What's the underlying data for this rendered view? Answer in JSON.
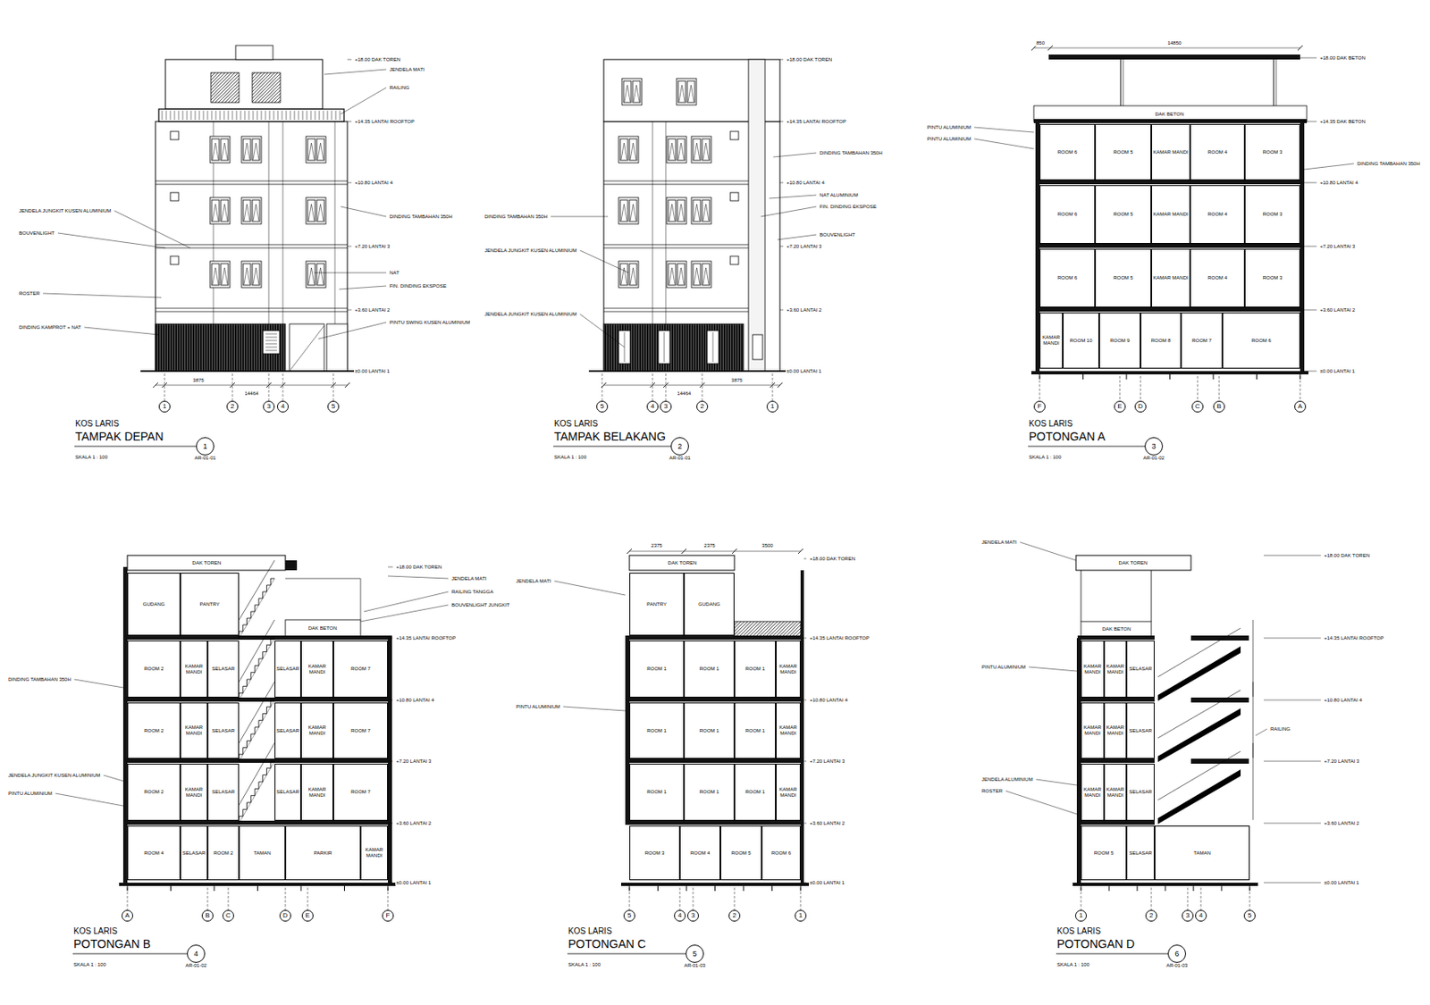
{
  "diagram": {
    "nodes": [
      {
        "text": [
          "1"
        ]
      },
      {
        "text": [
          "2"
        ]
      },
      {
        "text": [
          "3"
        ]
      },
      {
        "text": [
          "4"
        ]
      },
      {
        "text": [
          "5"
        ]
      },
      {
        "text": [
          "1",
          "AR-01-01"
        ]
      },
      {
        "text": [
          "5"
        ]
      },
      {
        "text": [
          "4"
        ]
      },
      {
        "text": [
          "3"
        ]
      },
      {
        "text": [
          "2"
        ]
      },
      {
        "text": [
          "1"
        ]
      },
      {
        "text": [
          "2",
          "AR-01-01"
        ]
      },
      {
        "text": [
          "ROOM 6"
        ]
      },
      {
        "text": [
          "ROOM 5"
        ]
      },
      {
        "text": [
          "KAMAR MANDI"
        ]
      },
      {
        "text": [
          "ROOM 4"
        ]
      },
      {
        "text": [
          "ROOM 3"
        ]
      },
      {
        "text": [
          "ROOM 6"
        ]
      },
      {
        "text": [
          "ROOM 5"
        ]
      },
      {
        "text": [
          "KAMAR MANDI"
        ]
      },
      {
        "text": [
          "ROOM 4"
        ]
      },
      {
        "text": [
          "ROOM 3"
        ]
      },
      {
        "text": [
          "ROOM 6"
        ]
      },
      {
        "text": [
          "ROOM 5"
        ]
      },
      {
        "text": [
          "KAMAR MANDI"
        ]
      },
      {
        "text": [
          "ROOM 4"
        ]
      },
      {
        "text": [
          "ROOM 3"
        ]
      },
      {
        "text": [
          "KAMAR MANDI"
        ]
      },
      {
        "text": [
          "ROOM 10"
        ]
      },
      {
        "text": [
          "ROOM 9"
        ]
      },
      {
        "text": [
          "ROOM 8"
        ]
      },
      {
        "text": [
          "ROOM 7"
        ]
      },
      {
        "text": [
          "ROOM 6"
        ]
      },
      {
        "text": [
          "F"
        ]
      },
      {
        "text": [
          "E"
        ]
      },
      {
        "text": [
          "D"
        ]
      },
      {
        "text": [
          "C"
        ]
      },
      {
        "text": [
          "B"
        ]
      },
      {
        "text": [
          "A"
        ]
      },
      {
        "text": [
          "3",
          "AR-01-02"
        ]
      },
      {
        "text": [
          "GUDANG"
        ]
      },
      {
        "text": [
          "PANTRY"
        ]
      },
      {
        "text": [
          "ROOM 2"
        ]
      },
      {
        "text": [
          "KAMAR MANDI"
        ]
      },
      {
        "text": [
          "SELASAR"
        ]
      },
      {
        "text": [
          "SELASAR"
        ]
      },
      {
        "text": [
          "KAMAR MANDI"
        ]
      },
      {
        "text": [
          "ROOM 7"
        ]
      },
      {
        "text": [
          "ROOM 2"
        ]
      },
      {
        "text": [
          "KAMAR MANDI"
        ]
      },
      {
        "text": [
          "SELASAR"
        ]
      },
      {
        "text": [
          "SELASAR"
        ]
      },
      {
        "text": [
          "KAMAR MANDI"
        ]
      },
      {
        "text": [
          "ROOM 7"
        ]
      },
      {
        "text": [
          "ROOM 2"
        ]
      },
      {
        "text": [
          "KAMAR MANDI"
        ]
      },
      {
        "text": [
          "SELASAR"
        ]
      },
      {
        "text": [
          "SELASAR"
        ]
      },
      {
        "text": [
          "KAMAR MANDI"
        ]
      },
      {
        "text": [
          "ROOM 7"
        ]
      },
      {
        "text": [
          "ROOM 4"
        ]
      },
      {
        "text": [
          "SELASAR"
        ]
      },
      {
        "text": [
          "ROOM 2"
        ]
      },
      {
        "text": [
          "TAMAN"
        ]
      },
      {
        "text": [
          "PARKIR"
        ]
      },
      {
        "text": [
          "KAMAR MANDI"
        ]
      },
      {
        "text": [
          "A"
        ]
      },
      {
        "text": [
          "B"
        ]
      },
      {
        "text": [
          "C"
        ]
      },
      {
        "text": [
          "D"
        ]
      },
      {
        "text": [
          "E"
        ]
      },
      {
        "text": [
          "F"
        ]
      },
      {
        "text": [
          "4",
          "AR-01-02"
        ]
      },
      {
        "text": [
          "PANTRY"
        ]
      },
      {
        "text": [
          "GUDANG"
        ]
      },
      {
        "text": [
          "ROOM 1"
        ]
      },
      {
        "text": [
          "ROOM 1"
        ]
      },
      {
        "text": [
          "ROOM 1"
        ]
      },
      {
        "text": [
          "KAMAR MANDI"
        ]
      },
      {
        "text": [
          "ROOM 1"
        ]
      },
      {
        "text": [
          "ROOM 1"
        ]
      },
      {
        "text": [
          "ROOM 1"
        ]
      },
      {
        "text": [
          "KAMAR MANDI"
        ]
      },
      {
        "text": [
          "ROOM 1"
        ]
      },
      {
        "text": [
          "ROOM 1"
        ]
      },
      {
        "text": [
          "ROOM 1"
        ]
      },
      {
        "text": [
          "KAMAR MANDI"
        ]
      },
      {
        "text": [
          "ROOM 3"
        ]
      },
      {
        "text": [
          "ROOM 4"
        ]
      },
      {
        "text": [
          "ROOM 5"
        ]
      },
      {
        "text": [
          "ROOM 6"
        ]
      },
      {
        "text": [
          "5"
        ]
      },
      {
        "text": [
          "4"
        ]
      },
      {
        "text": [
          "3"
        ]
      },
      {
        "text": [
          "2"
        ]
      },
      {
        "text": [
          "1"
        ]
      },
      {
        "text": [
          "5",
          "AR-01-03"
        ]
      },
      {
        "text": [
          "KAMAR MANDI"
        ]
      },
      {
        "text": [
          "KAMAR MANDI"
        ]
      },
      {
        "text": [
          "SELASAR"
        ]
      },
      {
        "text": [
          "KAMAR MANDI"
        ]
      },
      {
        "text": [
          "KAMAR MANDI"
        ]
      },
      {
        "text": [
          "SELASAR"
        ]
      },
      {
        "text": [
          "KAMAR MANDI"
        ]
      },
      {
        "text": [
          "KAMAR MANDI"
        ]
      },
      {
        "text": [
          "SELASAR"
        ]
      },
      {
        "text": [
          "ROOM 5"
        ]
      },
      {
        "text": [
          "SELASAR"
        ]
      },
      {
        "text": [
          "TAMAN"
        ]
      },
      {
        "text": [
          "1"
        ]
      },
      {
        "text": [
          "2"
        ]
      },
      {
        "text": [
          "3"
        ]
      },
      {
        "text": [
          "4"
        ]
      },
      {
        "text": [
          "5"
        ]
      },
      {
        "text": [
          "6",
          "AR-01-03"
        ]
      }
    ],
    "labels": [
      "KOS LARIS",
      "TAMPAK DEPAN",
      "SKALA 1 : 100",
      "+18.00 DAK TOREN",
      "+14.35 LANTAI ROOFTOP",
      "+10.80 LANTAI 4",
      "+7.20 LANTAI 3",
      "+3.60 LANTAI 2",
      "±0.00 LANTAI 1",
      "JENDELA MATI",
      "RAILING",
      "DINDING TAMBAHAN 350H",
      "NAT",
      "FIN. DINDING EKSPOSE",
      "PINTU SWING KUSEN ALUMINIUM",
      "JENDELA JUNGKIT KUSEN ALUMINIUM",
      "BOUVENLIGHT",
      "ROSTER",
      "DINDING KAMPROT + NAT",
      "3875",
      "14464",
      "KOS LARIS",
      "TAMPAK BELAKANG",
      "SKALA 1 : 100",
      "+18.00 DAK TOREN",
      "+14.35 LANTAI ROOFTOP",
      "+10.80 LANTAI 4",
      "+7.20 LANTAI 3",
      "+3.60 LANTAI 2",
      "±0.00 LANTAI 1",
      "DINDING TAMBAHAN 350H",
      "NAT ALUMINIUM",
      "FIN. DINDING EKSPOSE",
      "BOUVENLIGHT",
      "DINDING TAMBAHAN 350H",
      "JENDELA JUNGKIT KUSEN ALUMINIUM",
      "JENDELA JUNGKIT KUSEN ALUMINIUM",
      "3875",
      "14464",
      "KOS LARIS",
      "POTONGAN A",
      "SKALA 1 : 100",
      "+18.00 DAK BETON",
      "+14.35 DAK BETON",
      "+10.80 LANTAI 4",
      "+7.20 LANTAI 3",
      "+3.60 LANTAI 2",
      "±0.00 LANTAI 1",
      "DINDING TAMBAHAN 350H",
      "PINTU ALUMINIUM",
      "PINTU ALUMINIUM",
      "DAK BETON",
      "14850",
      "850",
      "KOS LARIS",
      "POTONGAN B",
      "SKALA 1 : 100",
      "+18.00 DAK TOREN",
      "+14.35 LANTAI ROOFTOP",
      "+10.80 LANTAI 4",
      "+7.20 LANTAI 3",
      "+3.60 LANTAI 2",
      "±0.00 LANTAI 1",
      "JENDELA MATI",
      "RAILING TANGGA",
      "BOUVENLIGHT JUNGKIT",
      "DINDING TAMBAHAN 350H",
      "JENDELA JUNGKIT KUSEN ALUMINIUM",
      "PINTU ALUMINIUM",
      "DAK TOREN",
      "DAK BETON",
      "KOS LARIS",
      "POTONGAN C",
      "SKALA 1 : 100",
      "+18.00 DAK TOREN",
      "+14.35 LANTAI ROOFTOP",
      "+10.80 LANTAI 4",
      "+7.20 LANTAI 3",
      "+3.60 LANTAI 2",
      "±0.00 LANTAI 1",
      "JENDELA MATI",
      "PINTU ALUMINIUM",
      "DAK TOREN",
      "2375",
      "2375",
      "3500",
      "KOS LARIS",
      "POTONGAN D",
      "SKALA 1 : 100",
      "+18.00 DAK TOREN",
      "+14.35 LANTAI ROOFTOP",
      "+10.80 LANTAI 4",
      "+7.20 LANTAI 3",
      "+3.60 LANTAI 2",
      "±0.00 LANTAI 1",
      "JENDELA MATI",
      "PINTU ALUMINIUM",
      "JENDELA ALUMINIUM",
      "ROSTER",
      "DAK TOREN",
      "DAK BETON",
      "RAILING"
    ]
  }
}
